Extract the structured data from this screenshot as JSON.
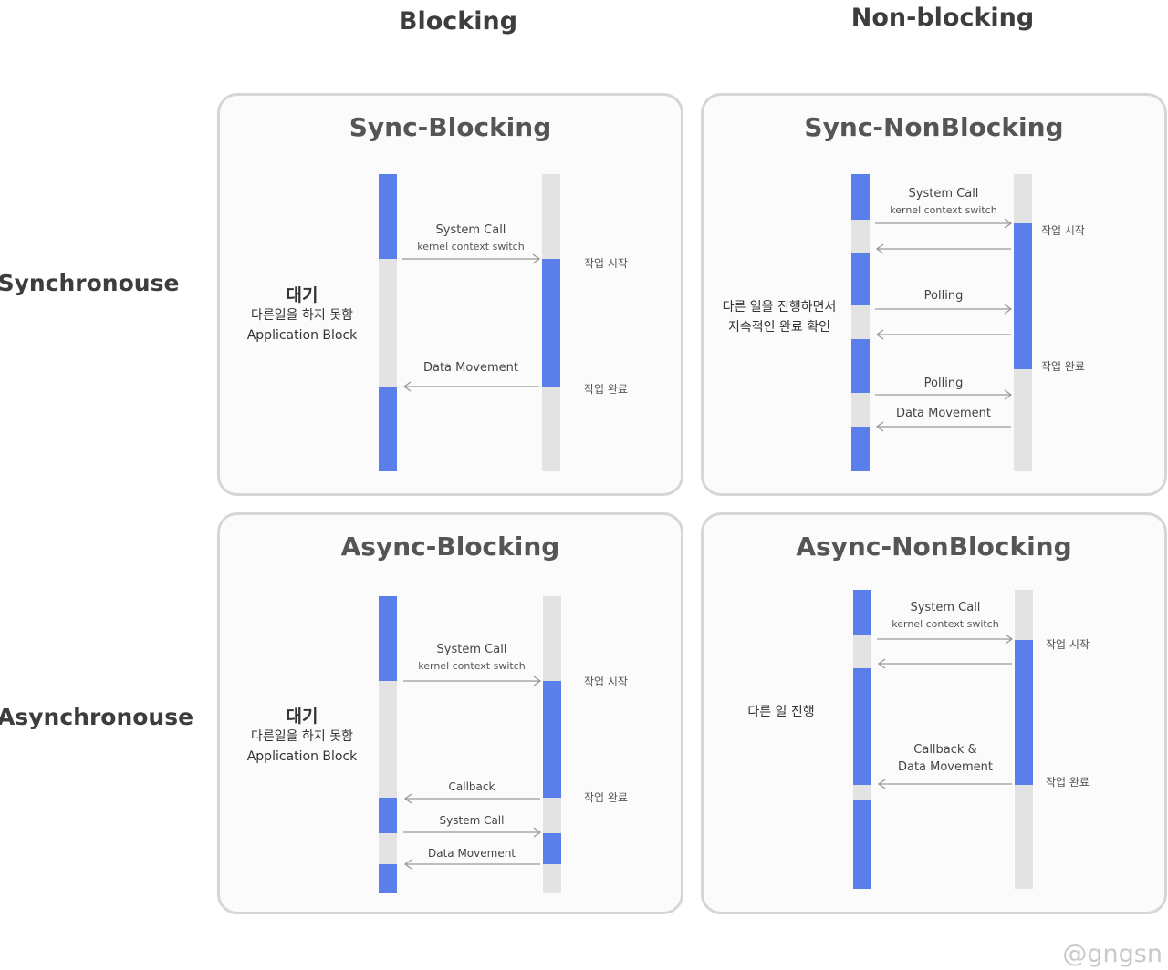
{
  "columns": {
    "blocking": "Blocking",
    "nonblocking": "Non-blocking"
  },
  "rows": {
    "sync": "Synchronouse",
    "async": "Asynchronouse"
  },
  "panels": {
    "sync_blocking": {
      "title": "Sync-Blocking",
      "syscall": "System Call",
      "kernel": "kernel context switch",
      "data_move": "Data Movement",
      "start": "작업 시작",
      "done": "작업 완료",
      "wait": "대기",
      "cannot": "다른일을 하지 못함",
      "app_block": "Application Block"
    },
    "sync_nonblocking": {
      "title": "Sync-NonBlocking",
      "syscall": "System Call",
      "kernel": "kernel context switch",
      "polling1": "Polling",
      "polling2": "Polling",
      "data_move": "Data Movement",
      "start": "작업 시작",
      "done": "작업 완료",
      "side_line1": "다른 일을 진행하면서",
      "side_line2": "지속적인 완료 확인"
    },
    "async_blocking": {
      "title": "Async-Blocking",
      "syscall": "System Call",
      "kernel": "kernel context switch",
      "callback": "Callback",
      "syscall2": "System Call",
      "data_move": "Data Movement",
      "start": "작업 시작",
      "done": "작업 완료",
      "wait": "대기",
      "cannot": "다른일을 하지 못함",
      "app_block": "Application Block"
    },
    "async_nonblocking": {
      "title": "Async-NonBlocking",
      "syscall": "System Call",
      "kernel": "kernel context switch",
      "callback_line1": "Callback &",
      "callback_line2": "Data Movement",
      "start": "작업 시작",
      "done": "작업 완료",
      "side": "다른 일 진행"
    }
  },
  "watermark": "@gngsn",
  "colors": {
    "active": "#5b7fea",
    "idle": "#e3e3e3",
    "border": "#d6d6d6",
    "arrow": "#9a9a9a"
  }
}
